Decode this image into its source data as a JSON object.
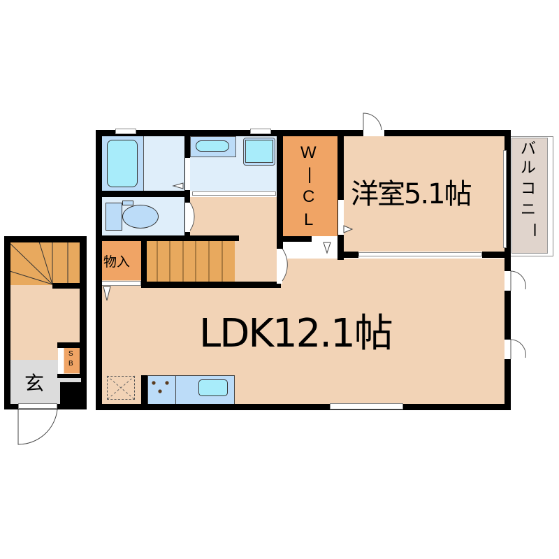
{
  "floor_plan": {
    "rooms": {
      "ldk": {
        "label": "LDK12.1帖",
        "color": "#f2d3b6"
      },
      "western_room": {
        "label": "洋室5.1帖",
        "color": "#f2d3b6"
      },
      "wic": {
        "label_lines": [
          "W",
          "|",
          "C",
          "L"
        ],
        "color": "#f0a465"
      },
      "balcony": {
        "label_lines": [
          "バ",
          "ル",
          "コ",
          "ニ",
          "ー"
        ],
        "color": "#e0d4cc"
      },
      "storage": {
        "label": "物入",
        "color": "#f0a465"
      },
      "entrance": {
        "label": "玄",
        "color": "#dcdcdc"
      },
      "shoe_box": {
        "label_lines": [
          "S",
          "B"
        ],
        "color": "#f0a465"
      },
      "bathroom": {
        "color": "#dfeefa"
      },
      "washroom": {
        "color": "#dfeefa"
      },
      "toilet": {
        "color": "#dfeefa"
      },
      "hallway": {
        "color": "#f2d3b6"
      },
      "stairs": {
        "color": "#e8a95e"
      }
    },
    "colors": {
      "wall": "#000000",
      "fixture": "#bcdcf8",
      "fixture_water": "#a8ecfa"
    }
  }
}
